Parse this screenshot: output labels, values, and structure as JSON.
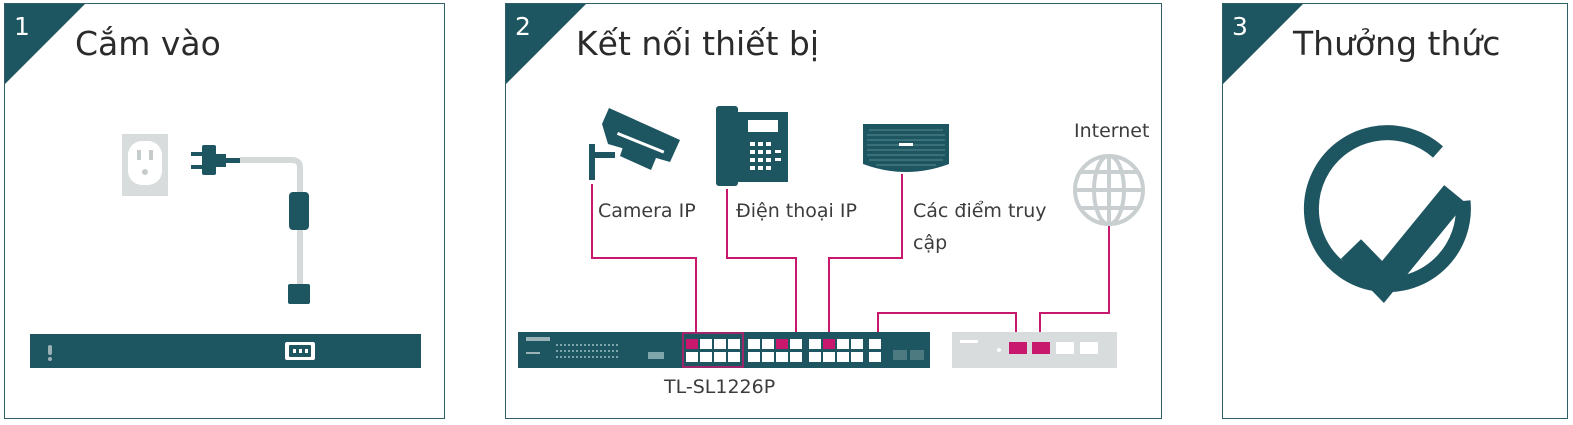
{
  "steps": [
    {
      "number": "1",
      "title": "Cắm vào"
    },
    {
      "number": "2",
      "title": "Kết nối thiết bị"
    },
    {
      "number": "3",
      "title": "Thưởng thức"
    }
  ],
  "devices": {
    "camera": "Camera IP",
    "phone": "Điện thoại IP",
    "ap_line1": "Các điểm truy",
    "ap_line2": "cập",
    "internet": "Internet"
  },
  "switch_model": "TL-SL1226P",
  "colors": {
    "teal": "#1d5560",
    "cable": "#c8186e",
    "light_gray": "#d8dcdc",
    "icon_gray": "#c9cfd0"
  },
  "icons": [
    "power-outlet-icon",
    "power-plug-icon",
    "security-camera-icon",
    "ip-phone-icon",
    "access-point-icon",
    "globe-icon",
    "checkmark-circle-icon"
  ]
}
